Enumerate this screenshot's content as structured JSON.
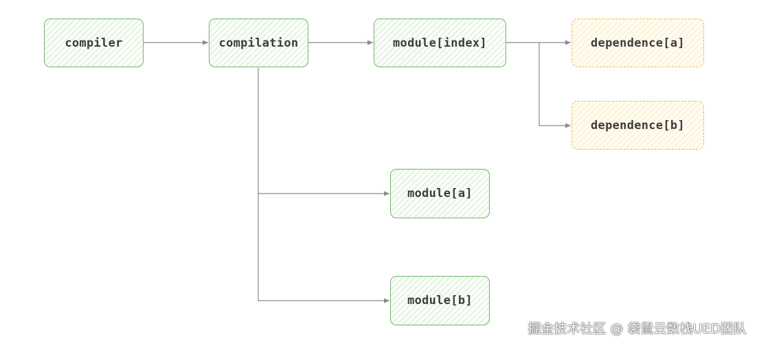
{
  "nodes": {
    "compiler": "compiler",
    "compilation": "compilation",
    "module_index": "module[index]",
    "dependence_a": "dependence[a]",
    "dependence_b": "dependence[b]",
    "module_a": "module[a]",
    "module_b": "module[b]"
  },
  "watermark": "掘金技术社区 @ 袋鼠云数栈UED团队",
  "colors": {
    "module_border": "#72b569",
    "module_fill": "#e9f5e6",
    "dependence_border": "#e8bd4a",
    "dependence_fill": "#fdf4db",
    "connector": "#8a8a8a"
  }
}
